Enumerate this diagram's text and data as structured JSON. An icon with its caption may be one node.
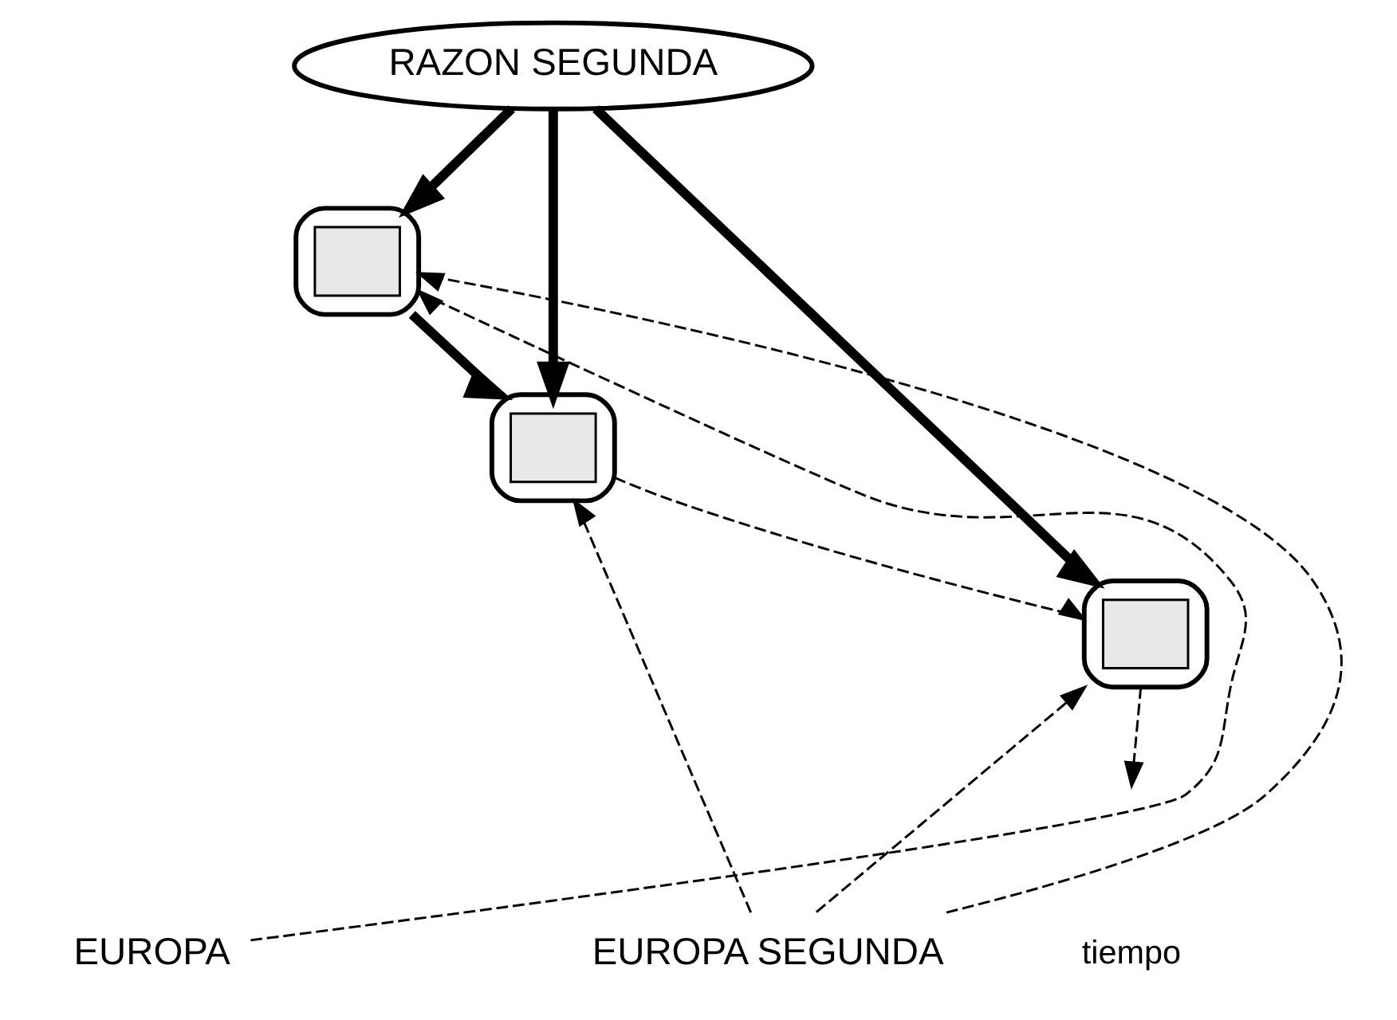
{
  "diagram": {
    "nodes": [
      {
        "text": [
          "RAZON SEGUNDA"
        ]
      },
      {
        "text": [],
        "shape": "blob"
      },
      {
        "text": [],
        "shape": "blob"
      },
      {
        "text": [],
        "shape": "blob"
      },
      {
        "text": [],
        "shape": "box",
        "in": 1
      },
      {
        "text": [],
        "shape": "box",
        "in": 2
      },
      {
        "text": [],
        "shape": "box",
        "in": 3
      },
      {
        "text": [
          "EUROPA"
        ]
      },
      {
        "text": [
          "EUROPA SEGUNDA"
        ]
      }
    ],
    "edges": [
      {
        "from": 0,
        "to": 1,
        "arrow": "to",
        "style": "thick"
      },
      {
        "from": 0,
        "to": 2,
        "arrow": "to",
        "style": "thick"
      },
      {
        "from": 0,
        "to": 3,
        "arrow": "to",
        "style": "thick"
      },
      {
        "from": 1,
        "to": 2,
        "arrow": "to",
        "style": "thick"
      },
      {
        "from": 2,
        "to": 3,
        "arrow": "to",
        "style": "dashed"
      },
      {
        "from": 3,
        "to": null,
        "arrow": "to",
        "style": "dashed"
      },
      {
        "from": 7,
        "to": 1,
        "arrow": "to",
        "style": "dashed"
      },
      {
        "from": 8,
        "to": 1,
        "arrow": "to",
        "style": "dashed"
      },
      {
        "from": 8,
        "to": 2,
        "arrow": "to",
        "style": "dashed"
      },
      {
        "from": 8,
        "to": 3,
        "arrow": "to",
        "style": "dashed"
      }
    ],
    "labels": [
      "tiempo"
    ]
  }
}
